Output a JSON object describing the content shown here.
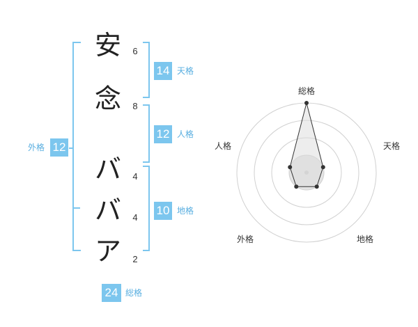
{
  "name": {
    "chars": [
      {
        "char": "安",
        "strokes": "6"
      },
      {
        "char": "念",
        "strokes": "8"
      },
      {
        "char": "バ",
        "strokes": "4"
      },
      {
        "char": "バ",
        "strokes": "4"
      },
      {
        "char": "ア",
        "strokes": "2"
      }
    ]
  },
  "kakusu": {
    "tenkaku": {
      "value": "14",
      "label": "天格"
    },
    "jinkaku": {
      "value": "12",
      "label": "人格"
    },
    "chikaku": {
      "value": "10",
      "label": "地格"
    },
    "gaikaku": {
      "value": "12",
      "label": "外格"
    },
    "soukaku": {
      "value": "24",
      "label": "総格"
    }
  },
  "colors": {
    "accent": "#7cc6ee",
    "label": "#58aee0"
  },
  "chart_data": {
    "type": "radar",
    "axes": [
      "総格",
      "天格",
      "地格",
      "外格",
      "人格"
    ],
    "values": [
      4,
      1,
      1,
      1,
      1
    ],
    "max": 4,
    "rings": 4
  }
}
